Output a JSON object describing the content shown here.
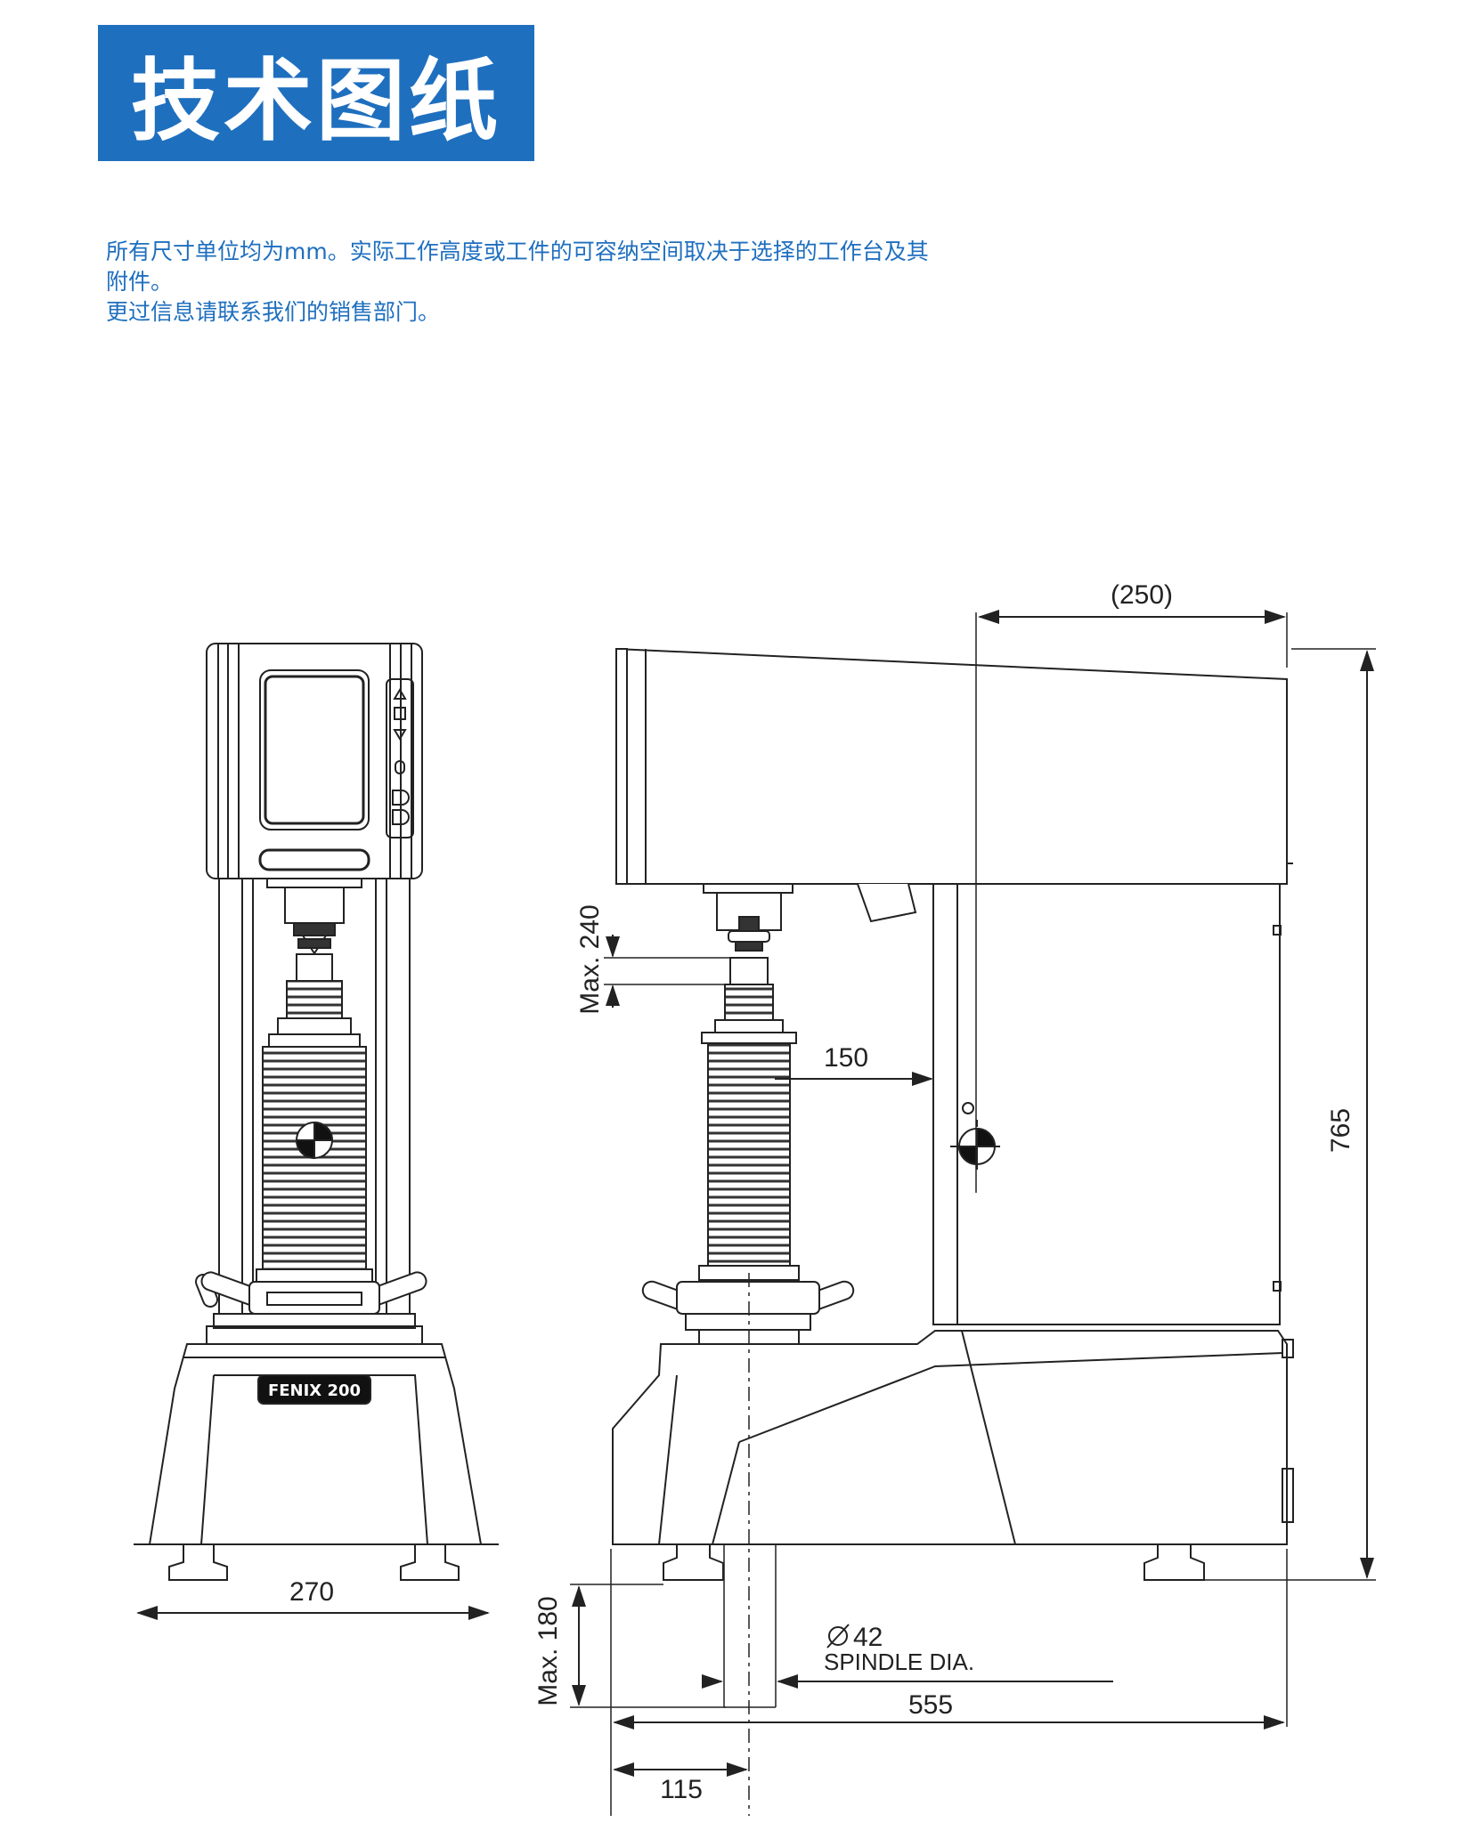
{
  "header": {
    "title": "技术图纸"
  },
  "intro": {
    "line1": "所有尺寸单位均为mm。实际工作高度或工件的可容纳空间取决于选择的工作台及其",
    "line2": "附件。",
    "line3": "更过信息请联系我们的销售部门。"
  },
  "dimensions": {
    "top_depth": "(250)",
    "max_height": "Max. 240",
    "throat": "150",
    "overall_height": "765",
    "front_width": "270",
    "bottom_max": "Max. 180",
    "spindle_value": "42",
    "spindle_label": "SPINDLE DIA.",
    "overall_length": "555",
    "front_offset": "115"
  },
  "product": {
    "logo": "FENIX 200"
  },
  "colors": {
    "accent": "#1f6fbf",
    "line": "#222222"
  }
}
